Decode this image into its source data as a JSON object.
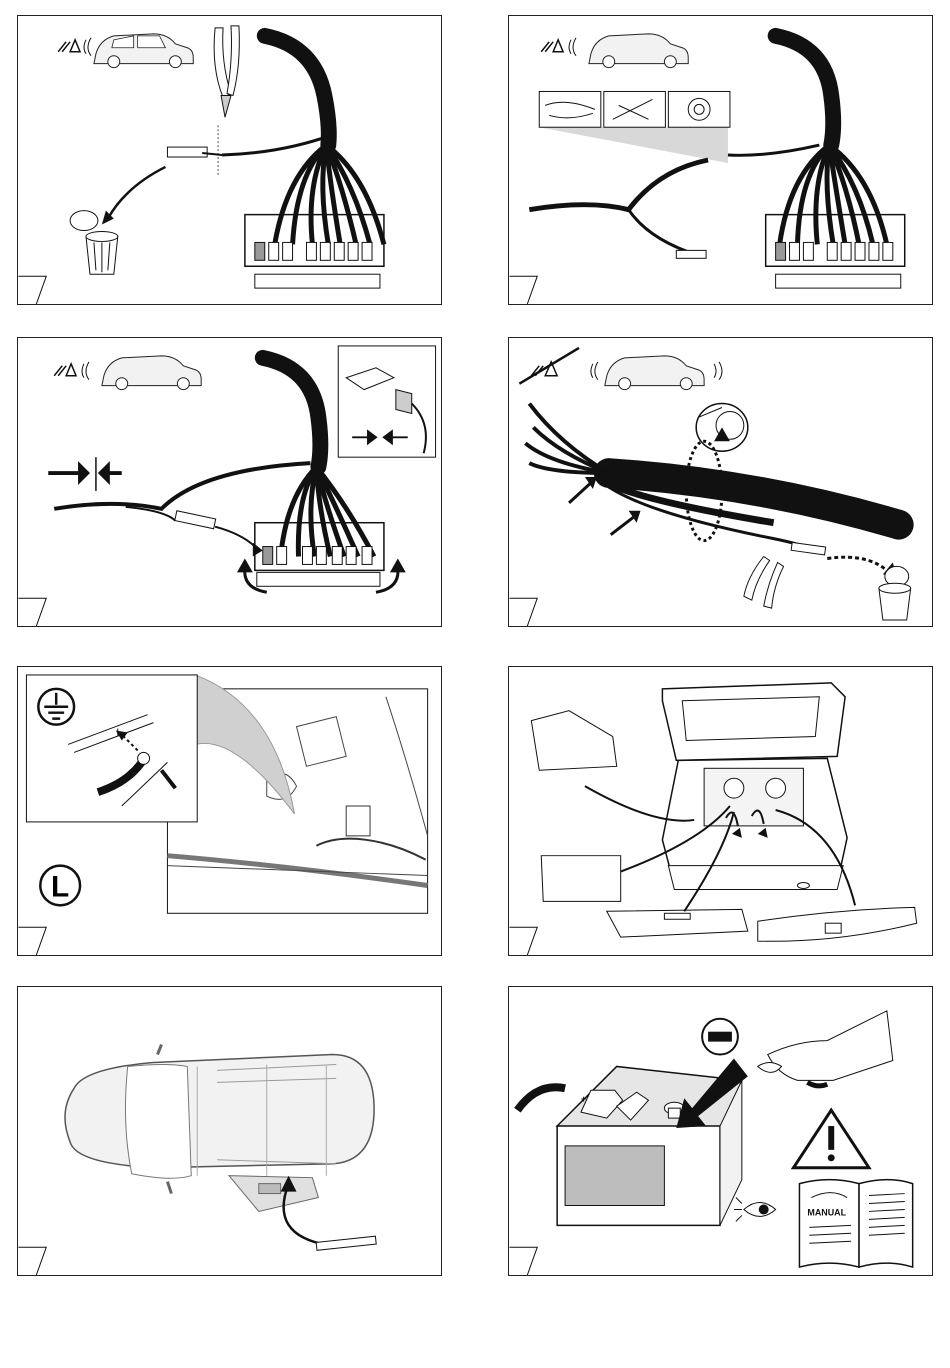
{
  "page": {
    "panels": [
      {
        "id": "p1",
        "name": "cut-disconnect-step"
      },
      {
        "id": "p2",
        "name": "tools-splice-step"
      },
      {
        "id": "p3",
        "name": "connector-insert-step"
      },
      {
        "id": "p4",
        "name": "tape-bundle-step"
      },
      {
        "id": "p5",
        "name": "ground-point-step"
      },
      {
        "id": "p6",
        "name": "trunk-trim-removal-step"
      },
      {
        "id": "p7",
        "name": "cable-routing-step"
      },
      {
        "id": "p8",
        "name": "battery-disconnect-step"
      }
    ]
  },
  "labels": {
    "ground_point_letter": "L",
    "manual_text": "MANUAL",
    "battery_plus": "+",
    "battery_minus_badge": "−"
  },
  "icons": {
    "car": "car-icon",
    "warning_triangle": "warning-triangle-icon",
    "ground_symbol": "ground-icon",
    "trash_bin": "trash-bin-icon",
    "pliers": "pliers-icon",
    "tape_roll": "tape-roll-icon",
    "eye": "eye-icon",
    "manual_book": "manual-book-icon"
  },
  "colors": {
    "ink": "#111111",
    "grey_fill": "#bdbdbd",
    "light_grey": "#e6e6e6"
  }
}
